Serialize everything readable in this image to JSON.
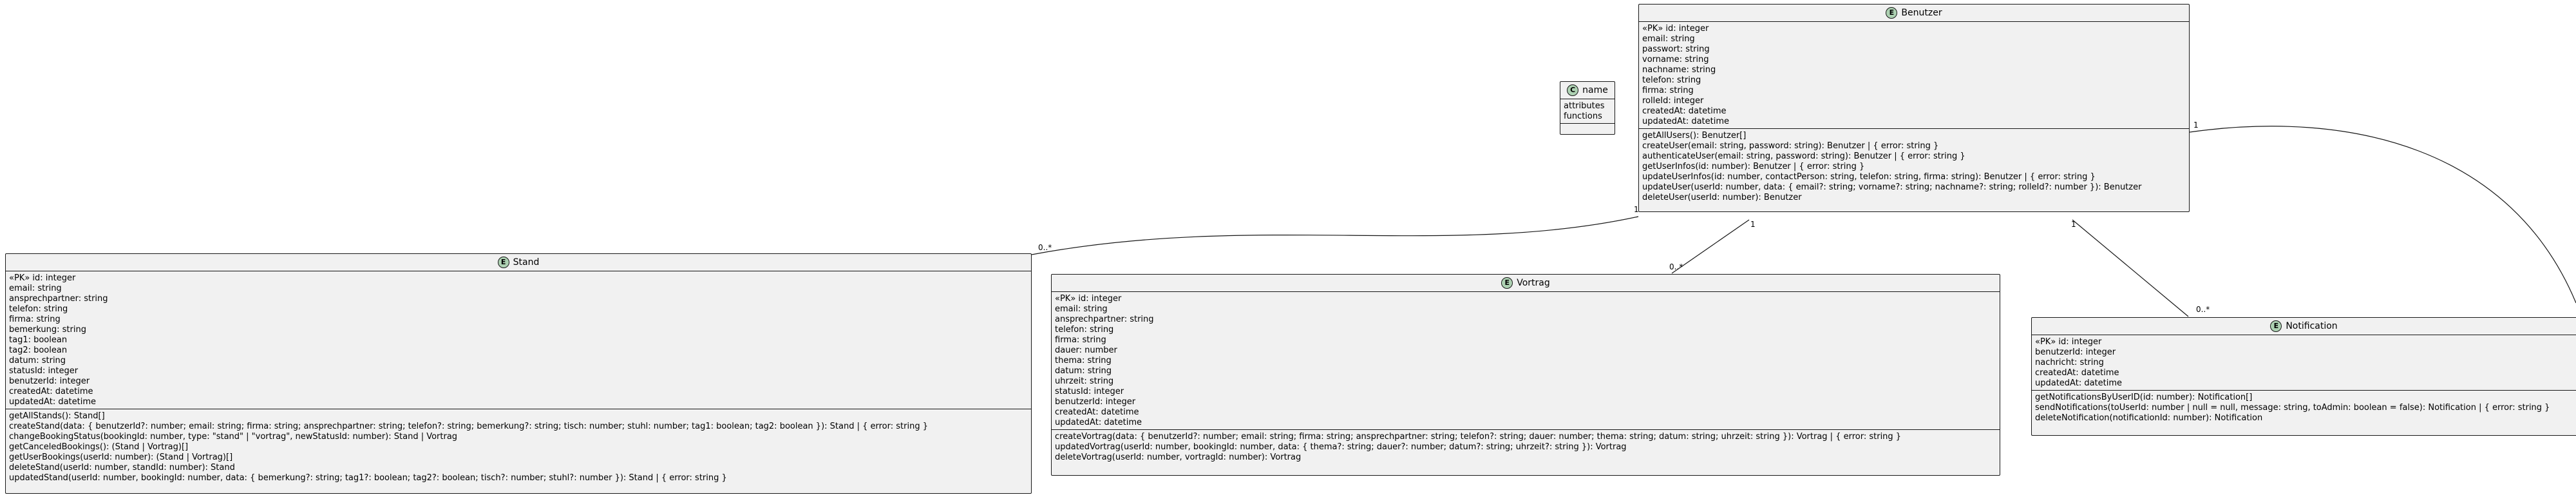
{
  "legend": {
    "stereotype": "C",
    "name": "name",
    "rows": [
      "attributes",
      "functions"
    ]
  },
  "classes": {
    "benutzer": {
      "stereotype": "E",
      "name": "Benutzer",
      "attributes": [
        "«PK» id: integer",
        "email: string",
        "passwort: string",
        "vorname: string",
        "nachname: string",
        "telefon: string",
        "firma: string",
        "rolleId: integer",
        "createdAt: datetime",
        "updatedAt: datetime"
      ],
      "methods": [
        "getAllUsers(): Benutzer[]",
        "createUser(email: string, password: string): Benutzer | { error: string }",
        "authenticateUser(email: string, password: string): Benutzer | { error: string }",
        "getUserInfos(id: number): Benutzer | { error: string }",
        "updateUserInfos(id: number, contactPerson: string, telefon: string, firma: string): Benutzer | { error: string }",
        "updateUser(userId: number, data: { email?: string; vorname?: string; nachname?: string; rolleId?: number }): Benutzer",
        "deleteUser(userId: number): Benutzer"
      ]
    },
    "stand": {
      "stereotype": "E",
      "name": "Stand",
      "attributes": [
        "«PK» id: integer",
        "email: string",
        "ansprechpartner: string",
        "telefon: string",
        "firma: string",
        "bemerkung: string",
        "tag1: boolean",
        "tag2: boolean",
        "datum: string",
        "statusId: integer",
        "benutzerId: integer",
        "createdAt: datetime",
        "updatedAt: datetime"
      ],
      "methods": [
        "getAllStands(): Stand[]",
        "createStand(data: { benutzerId?: number; email: string; firma: string; ansprechpartner: string; telefon?: string; bemerkung?: string; tisch: number; stuhl: number; tag1: boolean; tag2: boolean }): Stand | { error: string }",
        "changeBookingStatus(bookingId: number, type: \"stand\" | \"vortrag\", newStatusId: number): Stand | Vortrag",
        "getCanceledBookings(): (Stand | Vortrag)[]",
        "getUserBookings(userId: number): (Stand | Vortrag)[]",
        "deleteStand(userId: number, standId: number): Stand",
        "updatedStand(userId: number, bookingId: number, data: { bemerkung?: string; tag1?: boolean; tag2?: boolean; tisch?: number; stuhl?: number }): Stand | { error: string }"
      ]
    },
    "vortrag": {
      "stereotype": "E",
      "name": "Vortrag",
      "attributes": [
        "«PK» id: integer",
        "email: string",
        "ansprechpartner: string",
        "telefon: string",
        "firma: string",
        "dauer: number",
        "thema: string",
        "datum: string",
        "uhrzeit: string",
        "statusId: integer",
        "benutzerId: integer",
        "createdAt: datetime",
        "updatedAt: datetime"
      ],
      "methods": [
        "createVortrag(data: { benutzerId?: number; email: string; firma: string; ansprechpartner: string; telefon?: string; dauer: number; thema: string; datum: string; uhrzeit: string }): Vortrag | { error: string }",
        "updatedVortrag(userId: number, bookingId: number, data: { thema?: string; dauer?: number; datum?: string; uhrzeit?: string }): Vortrag",
        "deleteVortrag(userId: number, vortragId: number): Vortrag"
      ]
    },
    "notification": {
      "stereotype": "E",
      "name": "Notification",
      "attributes": [
        "«PK» id: integer",
        "benutzerId: integer",
        "nachricht: string",
        "createdAt: datetime",
        "updatedAt: datetime"
      ],
      "methods": [
        "getNotificationsByUserID(id: number): Notification[]",
        "sendNotifications(toUserId: number | null = null, message: string, toAdmin: boolean = false): Notification | { error: string }",
        "deleteNotification(notificationId: number): Notification"
      ]
    }
  },
  "multiplicities": {
    "benutzer_stand_one": "1",
    "benutzer_stand_many": "0..*",
    "benutzer_vortrag_one": "1",
    "benutzer_vortrag_many": "0..*",
    "benutzer_notification_one": "1",
    "benutzer_notification_many": "0..*",
    "benutzer_offscreen_one": "1"
  }
}
